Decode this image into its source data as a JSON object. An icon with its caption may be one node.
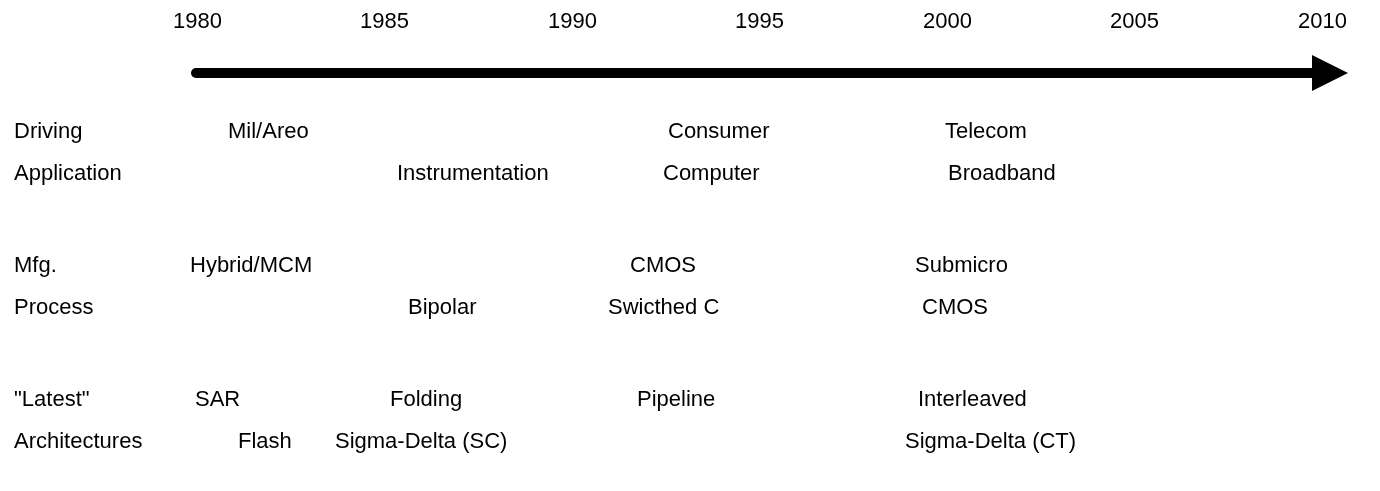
{
  "diagram": {
    "labels": [
      "1980",
      "1985",
      "1990",
      "1995",
      "2000",
      "2005",
      "2010",
      "Driving",
      "Mil/Areo",
      "Consumer",
      "Telecom",
      "Application",
      "Instrumentation",
      "Computer",
      "Broadband",
      "Mfg.",
      "Hybrid/MCM",
      "CMOS",
      "Submicro",
      "Process",
      "Bipolar",
      "Swicthed C",
      "CMOS",
      "\"Latest\"",
      "SAR",
      "Folding",
      "Pipeline",
      "Interleaved",
      "Architectures",
      "Flash",
      "Sigma-Delta (SC)",
      "Sigma-Delta (CT)"
    ]
  }
}
